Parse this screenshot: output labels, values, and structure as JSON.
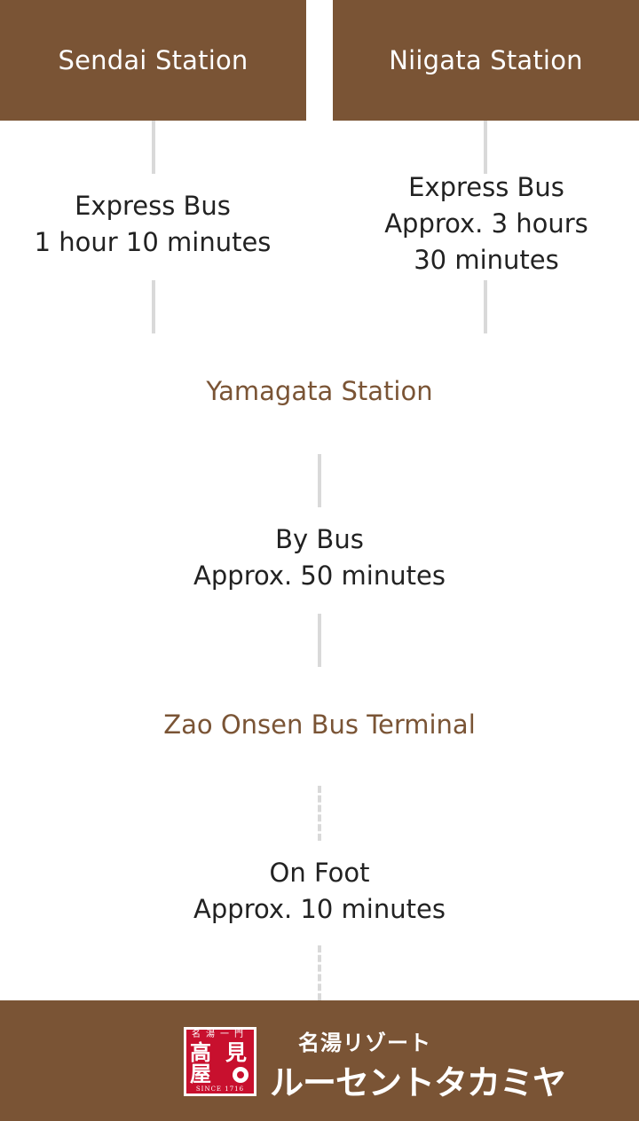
{
  "origins": {
    "left": {
      "title": "Sendai Station",
      "mode": "Express Bus",
      "duration_lines": [
        "1 hour 10 minutes"
      ]
    },
    "right": {
      "title": "Niigata Station",
      "mode": "Express Bus",
      "duration_lines": [
        "Approx. 3 hours",
        "30 minutes"
      ]
    }
  },
  "stops": {
    "yamagata": "Yamagata Station",
    "zao_terminal": "Zao Onsen Bus Terminal"
  },
  "legs": {
    "bus": {
      "mode": "By Bus",
      "duration": "Approx. 50 minutes"
    },
    "foot": {
      "mode": "On Foot",
      "duration": "Approx. 10 minutes"
    }
  },
  "footer": {
    "seal_top": "名湯一門",
    "seal_chars": [
      "高",
      "見",
      "屋"
    ],
    "seal_bottom": "SINCE 1716",
    "brand_sub": "名湯リゾート",
    "brand_main": "ルーセントタカミヤ"
  },
  "colors": {
    "brand_brown": "#7a5435",
    "seal_red": "#c8102e",
    "connector_gray": "#d9d9d9"
  }
}
